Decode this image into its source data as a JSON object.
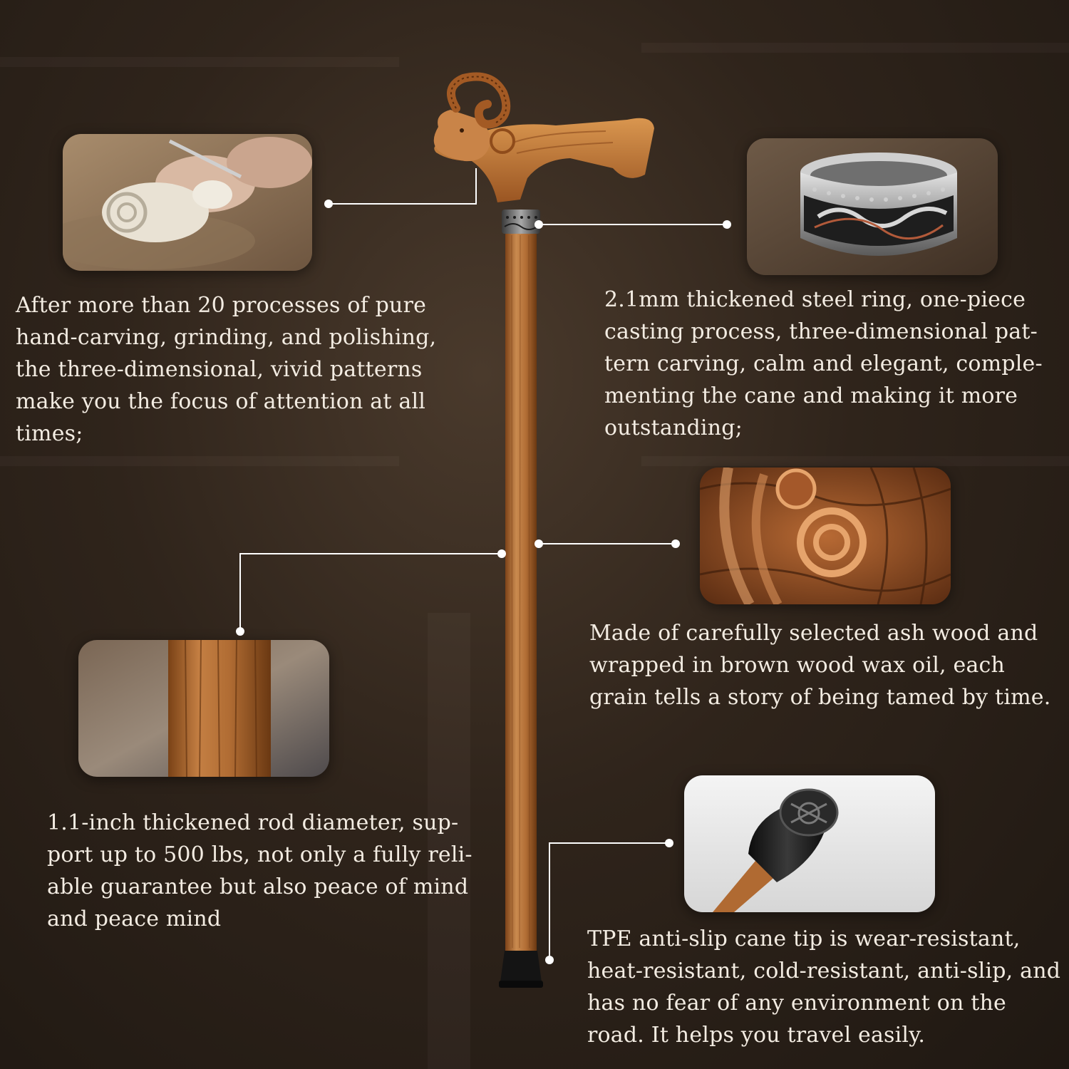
{
  "product": "Carved ram-head wooden walking cane",
  "colors": {
    "background": "#2f241b",
    "text": "#f3ece2",
    "wood": "#b8723a",
    "wood_dark": "#8a4f22",
    "callout_line": "#ffffff",
    "tip": "#111111"
  },
  "features": [
    {
      "id": "hand-carving",
      "icon": "ram-carving-photo",
      "text": "After more than 20 processes of pure hand-carving, grinding, and polishing, the three-dimensional, vivid patterns make you the focus of attention at all times;"
    },
    {
      "id": "steel-ring",
      "icon": "steel-ring-photo",
      "text": "2.1mm thickened steel ring, one-piece casting process, three-dimensional pat-tern carving, calm and elegant, comple-menting the cane and making it more outstanding;"
    },
    {
      "id": "ash-wood",
      "icon": "wood-grain-photo",
      "text": "Made of carefully selected ash wood and wrapped in brown wood wax oil, each grain tells a story of being tamed by time."
    },
    {
      "id": "rod-diameter",
      "icon": "rod-closeup-photo",
      "text": "1.1-inch thickened rod diameter, sup-port up to 500 lbs, not only a fully reli-able guarantee but also peace of mind and peace mind"
    },
    {
      "id": "cane-tip",
      "icon": "rubber-tip-photo",
      "text": "TPE anti-slip cane tip is wear-resistant, heat-resistant, cold-resistant, anti-slip, and has no fear of any environment on the road. It helps you travel easily."
    }
  ]
}
